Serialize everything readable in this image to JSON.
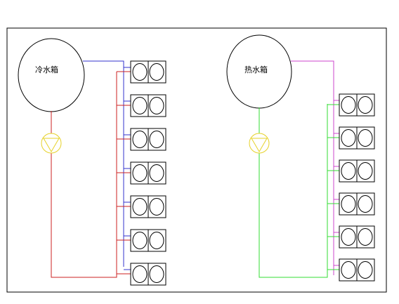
{
  "tanks": {
    "cold_label": "冷水箱",
    "hot_label": "热水箱"
  },
  "colors": {
    "cold_supply": "#3333cc",
    "cold_return": "#cc2222",
    "hot_supply": "#cc44cc",
    "hot_return": "#33dd33",
    "pump": "#e6d22a",
    "outline": "#000000"
  },
  "units": {
    "cold_count": 7,
    "hot_count": 6
  }
}
